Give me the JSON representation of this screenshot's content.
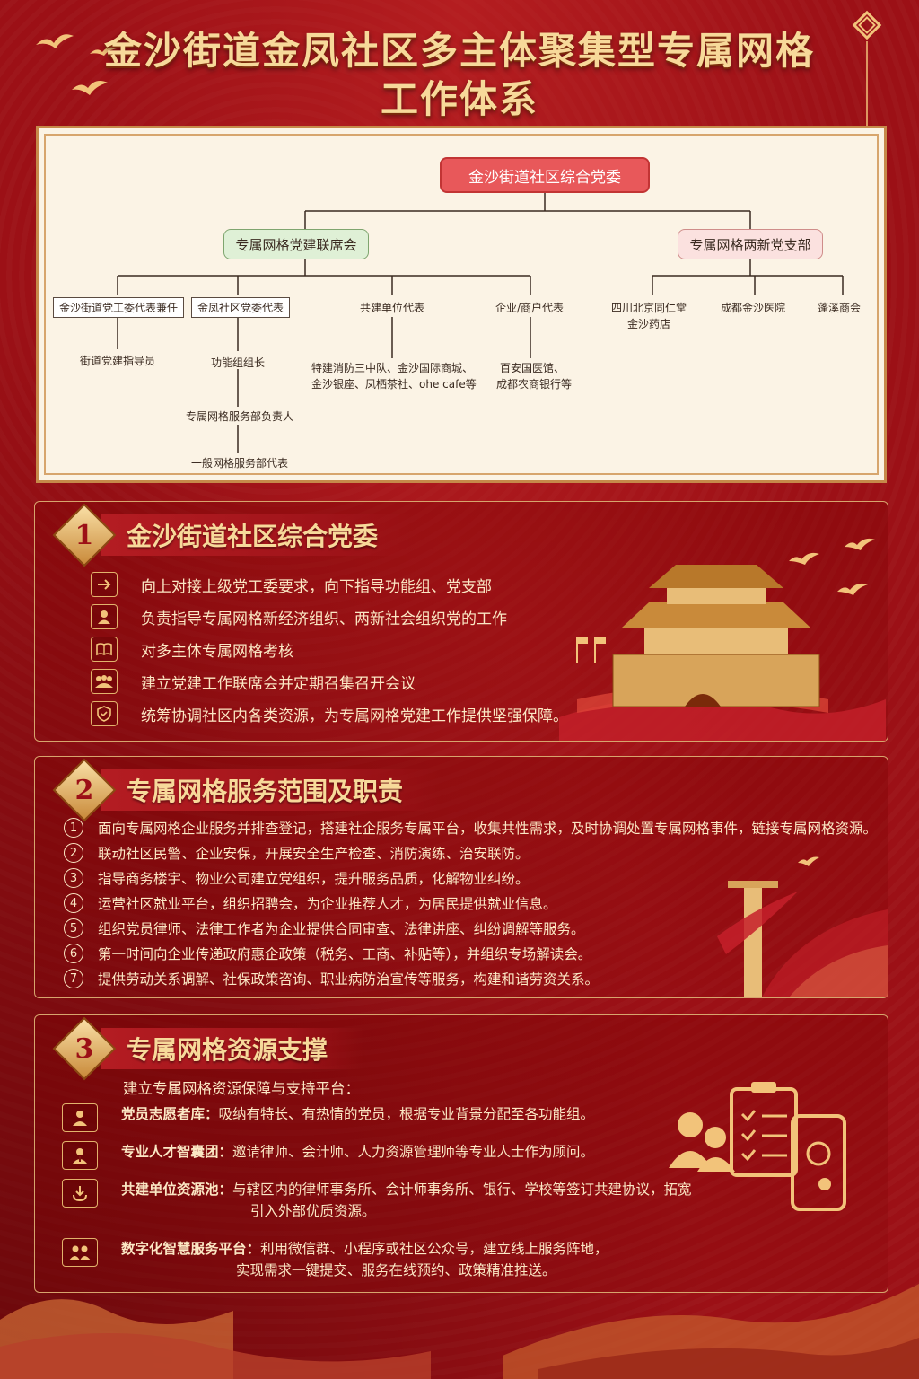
{
  "title": {
    "line1": "金沙街道金凤社区多主体聚集型专属网格",
    "line2": "工作体系"
  },
  "org": {
    "root": "金沙街道社区综合党委",
    "left_branch": "专属网格党建联席会",
    "right_branch": "专属网格两新党支部",
    "left_children": [
      {
        "label": "金沙街道党工委代表兼任",
        "sub": [
          "街道党建指导员"
        ]
      },
      {
        "label": "金凤社区党委代表",
        "sub": [
          "功能组组长",
          "专属网格服务部负责人",
          "一般网格服务部代表"
        ]
      },
      {
        "label": "共建单位代表",
        "sub": [
          "特建消防三中队、金沙国际商城、",
          "金沙银座、凤栖茶社、ohe cafe等"
        ]
      },
      {
        "label": "企业/商户代表",
        "sub": [
          "百安国医馆、",
          "成都农商银行等"
        ]
      }
    ],
    "right_children": [
      {
        "label1": "四川北京同仁堂",
        "label2": "金沙药店"
      },
      {
        "label1": "成都金沙医院"
      },
      {
        "label1": "蓬溪商会"
      }
    ]
  },
  "section1": {
    "num": "1",
    "title": "金沙街道社区综合党委",
    "items": [
      {
        "icon": "arrow-right-icon",
        "text": "向上对接上级党工委要求，向下指导功能组、党支部"
      },
      {
        "icon": "person-icon",
        "text": "负责指导专属网格新经济组织、两新社会组织党的工作"
      },
      {
        "icon": "book-icon",
        "text": "对多主体专属网格考核"
      },
      {
        "icon": "group-icon",
        "text": "建立党建工作联席会并定期召集召开会议"
      },
      {
        "icon": "shield-icon",
        "text": "统筹协调社区内各类资源，为专属网格党建工作提供坚强保障。"
      }
    ]
  },
  "section2": {
    "num": "2",
    "title": "专属网格服务范围及职责",
    "items": [
      {
        "n": "1",
        "text": "面向专属网格企业服务并排查登记，搭建社企服务专属平台，收集共性需求，及时协调处置专属网格事件，链接专属网格资源。"
      },
      {
        "n": "2",
        "text": "联动社区民警、企业安保，开展安全生产检查、消防演练、治安联防。"
      },
      {
        "n": "3",
        "text": "指导商务楼宇、物业公司建立党组织，提升服务品质，化解物业纠纷。"
      },
      {
        "n": "4",
        "text": "运营社区就业平台，组织招聘会，为企业推荐人才，为居民提供就业信息。"
      },
      {
        "n": "5",
        "text": "组织党员律师、法律工作者为企业提供合同审查、法律讲座、纠纷调解等服务。"
      },
      {
        "n": "6",
        "text": "第一时间向企业传递政府惠企政策（税务、工商、补贴等），并组织专场解读会。"
      },
      {
        "n": "7",
        "text": "提供劳动关系调解、社保政策咨询、职业病防治宣传等服务，构建和谐劳资关系。"
      }
    ]
  },
  "section3": {
    "num": "3",
    "title": "专属网格资源支撑",
    "intro": "建立专属网格资源保障与支持平台：",
    "items": [
      {
        "icon": "volunteer-icon",
        "key": "党员志愿者库：",
        "text": "吸纳有特长、有热情的党员，根据专业背景分配至各功能组。",
        "text2": ""
      },
      {
        "icon": "expert-icon",
        "key": "专业人才智囊团：",
        "text": "邀请律师、会计师、人力资源管理师等专业人士作为顾问。",
        "text2": ""
      },
      {
        "icon": "resource-pool-icon",
        "key": "共建单位资源池：",
        "text": "与辖区内的律师事务所、会计师事务所、银行、学校等签订共建协议，拓宽",
        "text2": "引入外部优质资源。"
      },
      {
        "icon": "digital-service-icon",
        "key": "数字化智慧服务平台：",
        "text": "利用微信群、小程序或社区公众号，建立线上服务阵地，",
        "text2": "实现需求一键提交、服务在线预约、政策精准推送。"
      }
    ]
  }
}
